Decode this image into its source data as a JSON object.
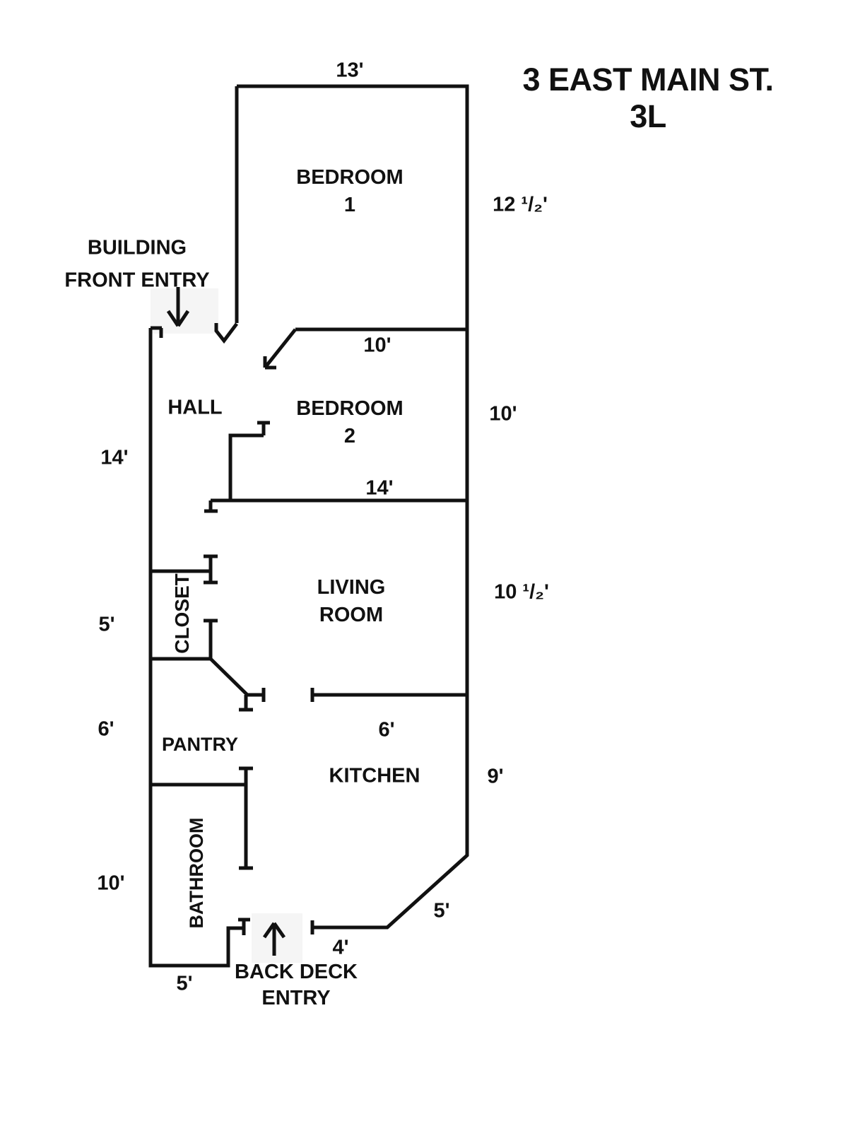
{
  "title": {
    "line1": "3 EAST MAIN ST.",
    "line2": "3L"
  },
  "annotations": {
    "front_entry": {
      "line1": "BUILDING",
      "line2": "FRONT ENTRY"
    },
    "back_entry": {
      "line1": "BACK DECK",
      "line2": "ENTRY"
    }
  },
  "rooms": {
    "bedroom1": {
      "line1": "BEDROOM",
      "line2": "1"
    },
    "bedroom2": {
      "line1": "BEDROOM",
      "line2": "2"
    },
    "hall": "HALL",
    "closet": "CLOSET",
    "living_room": {
      "line1": "LIVING",
      "line2": "ROOM"
    },
    "pantry": "PANTRY",
    "kitchen": "KITCHEN",
    "bathroom": "BATHROOM"
  },
  "dimensions": {
    "bedroom1_top": "13'",
    "bedroom1_right": "12 ¹/₂'",
    "bedroom2_top": "10'",
    "bedroom2_right": "10'",
    "hall_left": "14'",
    "bedroom2_bottom": "14'",
    "living_right": "10 ¹/₂'",
    "closet_left": "5'",
    "pantry_left": "6'",
    "kitchen_top": "6'",
    "kitchen_right": "9'",
    "bathroom_left": "10'",
    "kitchen_diagonal": "5'",
    "back_deck": "4'",
    "bottom_left": "5'"
  },
  "colors": {
    "line": "#111111",
    "background": "#ffffff",
    "text": "#111111",
    "entry_highlight": "#f5f5f5"
  }
}
